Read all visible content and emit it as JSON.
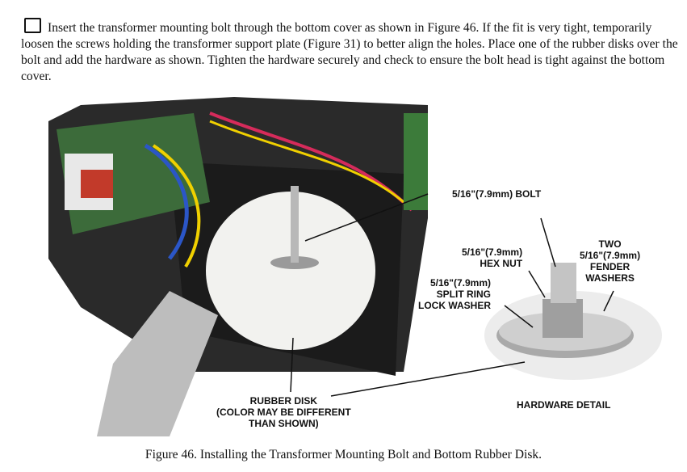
{
  "instruction": {
    "text": "Insert the transformer mounting bolt through the bottom cover as shown in Figure 46. If the fit is very tight, temporarily loosen the screws holding the transformer support plate (Figure 31) to better align the holes. Place one of the rubber disks over the bolt and add the hardware as shown. Tighten the hardware securely and check to ensure the bolt head is tight against the bottom cover."
  },
  "figure": {
    "labels": {
      "bolt": "5/16\"(7.9mm) BOLT",
      "hex_nut": "5/16\"(7.9mm)\nHEX NUT",
      "fender_washers": "TWO\n5/16\"(7.9mm)\nFENDER\nWASHERS",
      "lock_washer": "5/16\"(7.9mm)\nSPLIT RING\nLOCK WASHER",
      "rubber_disk": "RUBBER DISK\n(COLOR MAY BE DIFFERENT\nTHAN SHOWN)",
      "hardware_detail": "HARDWARE DETAIL"
    },
    "caption": "Figure 46. Installing the Transformer Mounting Bolt and Bottom Rubber Disk."
  }
}
